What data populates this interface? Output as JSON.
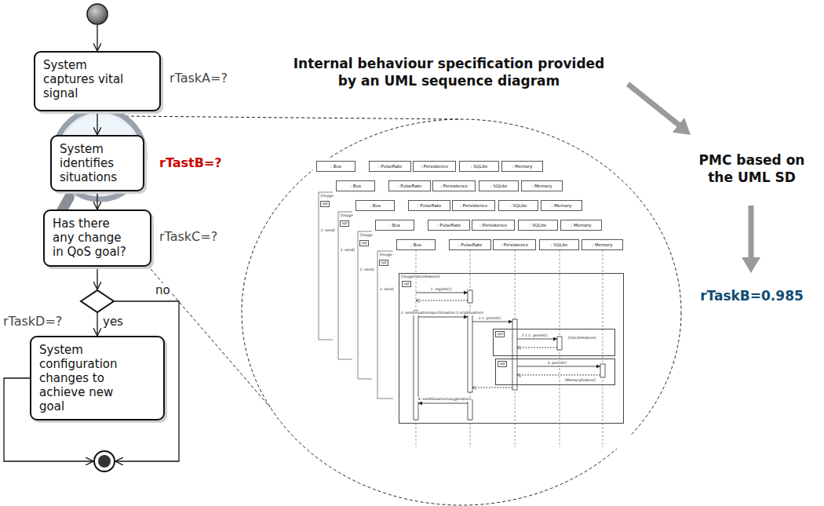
{
  "diagram": {
    "nodes": [
      {
        "text": []
      },
      {
        "text": [
          "System captures vital signal"
        ]
      },
      {
        "text": [
          "System identifies situations"
        ]
      },
      {
        "text": [
          "Has there any change in QoS goal?"
        ]
      },
      {
        "text": []
      },
      {
        "text": [
          "System configuration changes to achieve new goal"
        ]
      },
      {
        "text": []
      },
      {
        "text": [
          ": Bus"
        ]
      },
      {
        "text": [
          ": PulseRate"
        ]
      },
      {
        "text": [
          ": Persistence"
        ]
      },
      {
        "text": [
          ": SQLite"
        ]
      },
      {
        "text": [
          ": Memory"
        ]
      },
      {
        "text": [
          ": Bus"
        ]
      },
      {
        "text": [
          ": PulseRate"
        ]
      },
      {
        "text": [
          ": Persistence"
        ]
      },
      {
        "text": [
          ": SQLite"
        ]
      },
      {
        "text": [
          ": Memory"
        ]
      },
      {
        "text": [
          ": Bus"
        ]
      },
      {
        "text": [
          ": PulseRate"
        ]
      },
      {
        "text": [
          ": Persistence"
        ]
      },
      {
        "text": [
          ": SQLite"
        ]
      },
      {
        "text": [
          ": Memory"
        ]
      },
      {
        "text": [
          ": Bus"
        ]
      },
      {
        "text": [
          ": PulseRate"
        ]
      },
      {
        "text": [
          ": Persistence"
        ]
      },
      {
        "text": [
          ": SQLite"
        ]
      },
      {
        "text": [
          ": Memory"
        ]
      },
      {
        "text": [
          ": Bus"
        ]
      },
      {
        "text": [
          ": PulseRate"
        ]
      },
      {
        "text": [
          ": Persistence"
        ]
      },
      {
        "text": [
          ": SQLite"
        ]
      },
      {
        "text": [
          ": Memory"
        ]
      },
      {
        "text": [
          "[OxygenationFeature]",
          "opt"
        ]
      },
      {
        "text": [
          "opt",
          "[SQLiteFeature]"
        ],
        "in": 32
      },
      {
        "text": [
          "opt",
          "[MemoryFeature]"
        ],
        "in": 32
      }
    ],
    "edges": [
      {
        "from": 0,
        "to": 1,
        "arrow": "to"
      },
      {
        "from": 1,
        "to": 2,
        "arrow": "to"
      },
      {
        "from": 2,
        "to": 3,
        "arrow": "to"
      },
      {
        "from": 3,
        "to": 4,
        "arrow": "to"
      },
      {
        "from": 4,
        "to": 5,
        "label": "yes",
        "arrow": "to"
      },
      {
        "from": 4,
        "to": 6,
        "label": "no",
        "arrow": "to"
      },
      {
        "from": 5,
        "to": 6,
        "arrow": "to"
      }
    ],
    "labels": [
      "Internal behaviour specification provided by an UML sequence diagram",
      "rTaskA=?",
      "rTastB=?",
      "rTaskC=?",
      "rTaskD=?",
      "PMC based on the UML SD",
      "rTaskB=0.985",
      "[Oxyge",
      "opt",
      "2: send(",
      "[Oxyge",
      "opt",
      "2: send(",
      "[Oxyge",
      "opt",
      "2: send(",
      "[Oxyge",
      "opt",
      "2: send(",
      "1: register()",
      "2: sendSituation(spo2Situation || ecgSituation)",
      "2.1: persist()",
      "2.1.1: persist()",
      "3: persist()",
      "4: sendSituation(oxygenation)"
    ]
  }
}
